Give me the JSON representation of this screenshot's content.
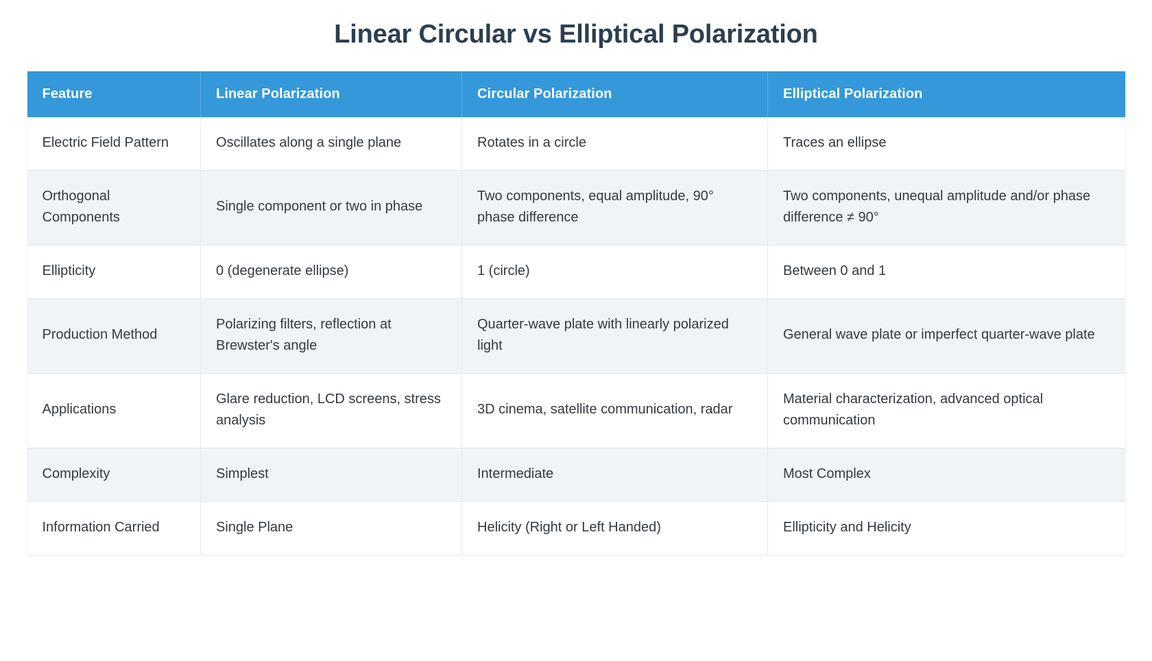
{
  "title": "Linear Circular vs Elliptical Polarization",
  "colors": {
    "header_bg": "#3498db",
    "header_text": "#ffffff",
    "title_text": "#2c3e50",
    "row_alt_bg": "#f0f4f8",
    "row_bg": "#ffffff",
    "border": "#e3e6e9",
    "body_text": "#333a40"
  },
  "table": {
    "columns": [
      "Feature",
      "Linear Polarization",
      "Circular Polarization",
      "Elliptical Polarization"
    ],
    "rows": [
      {
        "feature": "Electric Field Pattern",
        "linear": "Oscillates along a single plane",
        "circular": "Rotates in a circle",
        "elliptical": "Traces an ellipse"
      },
      {
        "feature": "Orthogonal Components",
        "linear": "Single component or two in phase",
        "circular": "Two components, equal amplitude, 90° phase difference",
        "elliptical": "Two components, unequal amplitude and/or phase difference ≠ 90°"
      },
      {
        "feature": "Ellipticity",
        "linear": "0 (degenerate ellipse)",
        "circular": "1 (circle)",
        "elliptical": "Between 0 and 1"
      },
      {
        "feature": "Production Method",
        "linear": "Polarizing filters, reflection at Brewster's angle",
        "circular": "Quarter-wave plate with linearly polarized light",
        "elliptical": "General wave plate or imperfect quarter-wave plate"
      },
      {
        "feature": "Applications",
        "linear": "Glare reduction, LCD screens, stress analysis",
        "circular": "3D cinema, satellite communication, radar",
        "elliptical": "Material characterization, advanced optical communication"
      },
      {
        "feature": "Complexity",
        "linear": "Simplest",
        "circular": "Intermediate",
        "elliptical": "Most Complex"
      },
      {
        "feature": "Information Carried",
        "linear": "Single Plane",
        "circular": "Helicity (Right or Left Handed)",
        "elliptical": "Ellipticity and Helicity"
      }
    ]
  }
}
